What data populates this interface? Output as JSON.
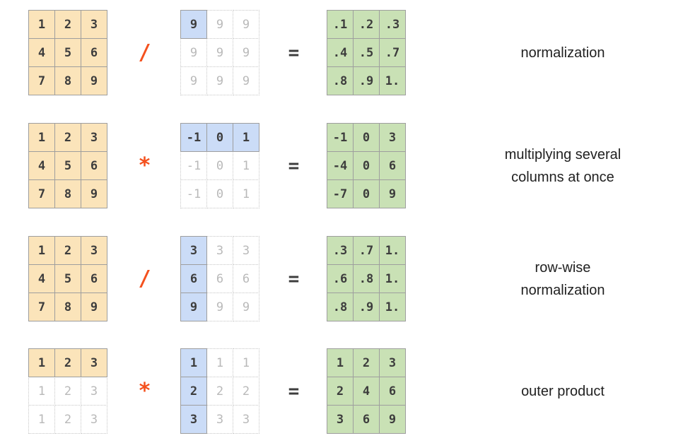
{
  "colors": {
    "accent_operator": "#f4511e",
    "solid_border": "#9e9e9e",
    "orange_fill": "#fbe4ba",
    "blue_fill": "#cbdcf7",
    "green_fill": "#c9e1b5",
    "ghost_border": "#c6c6c6",
    "ghost_text": "#b9b9b9",
    "cell_text": "#3d3d3d",
    "label_text": "#212121"
  },
  "rows": [
    {
      "label": "normalization",
      "operator": "/",
      "equals": "=",
      "matrix_a": {
        "theme": "orange",
        "values": [
          [
            "1",
            "2",
            "3"
          ],
          [
            "4",
            "5",
            "6"
          ],
          [
            "7",
            "8",
            "9"
          ]
        ],
        "ghost_mask": [
          [
            0,
            0,
            0
          ],
          [
            0,
            0,
            0
          ],
          [
            0,
            0,
            0
          ]
        ]
      },
      "matrix_b": {
        "theme": "blue",
        "values": [
          [
            "9",
            "9",
            "9"
          ],
          [
            "9",
            "9",
            "9"
          ],
          [
            "9",
            "9",
            "9"
          ]
        ],
        "ghost_mask": [
          [
            0,
            1,
            1
          ],
          [
            1,
            1,
            1
          ],
          [
            1,
            1,
            1
          ]
        ]
      },
      "matrix_c": {
        "theme": "green",
        "values": [
          [
            ".1",
            ".2",
            ".3"
          ],
          [
            ".4",
            ".5",
            ".7"
          ],
          [
            ".8",
            ".9",
            "1."
          ]
        ],
        "ghost_mask": [
          [
            0,
            0,
            0
          ],
          [
            0,
            0,
            0
          ],
          [
            0,
            0,
            0
          ]
        ]
      }
    },
    {
      "label": "multiplying several\ncolumns at once",
      "operator": "*",
      "equals": "=",
      "matrix_a": {
        "theme": "orange",
        "values": [
          [
            "1",
            "2",
            "3"
          ],
          [
            "4",
            "5",
            "6"
          ],
          [
            "7",
            "8",
            "9"
          ]
        ],
        "ghost_mask": [
          [
            0,
            0,
            0
          ],
          [
            0,
            0,
            0
          ],
          [
            0,
            0,
            0
          ]
        ]
      },
      "matrix_b": {
        "theme": "blue",
        "values": [
          [
            "-1",
            "0",
            "1"
          ],
          [
            "-1",
            "0",
            "1"
          ],
          [
            "-1",
            "0",
            "1"
          ]
        ],
        "ghost_mask": [
          [
            0,
            0,
            0
          ],
          [
            1,
            1,
            1
          ],
          [
            1,
            1,
            1
          ]
        ]
      },
      "matrix_c": {
        "theme": "green",
        "values": [
          [
            "-1",
            "0",
            "3"
          ],
          [
            "-4",
            "0",
            "6"
          ],
          [
            "-7",
            "0",
            "9"
          ]
        ],
        "ghost_mask": [
          [
            0,
            0,
            0
          ],
          [
            0,
            0,
            0
          ],
          [
            0,
            0,
            0
          ]
        ]
      }
    },
    {
      "label": "row-wise\nnormalization",
      "operator": "/",
      "equals": "=",
      "matrix_a": {
        "theme": "orange",
        "values": [
          [
            "1",
            "2",
            "3"
          ],
          [
            "4",
            "5",
            "6"
          ],
          [
            "7",
            "8",
            "9"
          ]
        ],
        "ghost_mask": [
          [
            0,
            0,
            0
          ],
          [
            0,
            0,
            0
          ],
          [
            0,
            0,
            0
          ]
        ]
      },
      "matrix_b": {
        "theme": "blue",
        "values": [
          [
            "3",
            "3",
            "3"
          ],
          [
            "6",
            "6",
            "6"
          ],
          [
            "9",
            "9",
            "9"
          ]
        ],
        "ghost_mask": [
          [
            0,
            1,
            1
          ],
          [
            0,
            1,
            1
          ],
          [
            0,
            1,
            1
          ]
        ]
      },
      "matrix_c": {
        "theme": "green",
        "values": [
          [
            ".3",
            ".7",
            "1."
          ],
          [
            ".6",
            ".8",
            "1."
          ],
          [
            ".8",
            ".9",
            "1."
          ]
        ],
        "ghost_mask": [
          [
            0,
            0,
            0
          ],
          [
            0,
            0,
            0
          ],
          [
            0,
            0,
            0
          ]
        ]
      }
    },
    {
      "label": "outer product",
      "operator": "*",
      "equals": "=",
      "matrix_a": {
        "theme": "orange",
        "values": [
          [
            "1",
            "2",
            "3"
          ],
          [
            "1",
            "2",
            "3"
          ],
          [
            "1",
            "2",
            "3"
          ]
        ],
        "ghost_mask": [
          [
            0,
            0,
            0
          ],
          [
            1,
            1,
            1
          ],
          [
            1,
            1,
            1
          ]
        ]
      },
      "matrix_b": {
        "theme": "blue",
        "values": [
          [
            "1",
            "1",
            "1"
          ],
          [
            "2",
            "2",
            "2"
          ],
          [
            "3",
            "3",
            "3"
          ]
        ],
        "ghost_mask": [
          [
            0,
            1,
            1
          ],
          [
            0,
            1,
            1
          ],
          [
            0,
            1,
            1
          ]
        ]
      },
      "matrix_c": {
        "theme": "green",
        "values": [
          [
            "1",
            "2",
            "3"
          ],
          [
            "2",
            "4",
            "6"
          ],
          [
            "3",
            "6",
            "9"
          ]
        ],
        "ghost_mask": [
          [
            0,
            0,
            0
          ],
          [
            0,
            0,
            0
          ],
          [
            0,
            0,
            0
          ]
        ]
      }
    }
  ]
}
